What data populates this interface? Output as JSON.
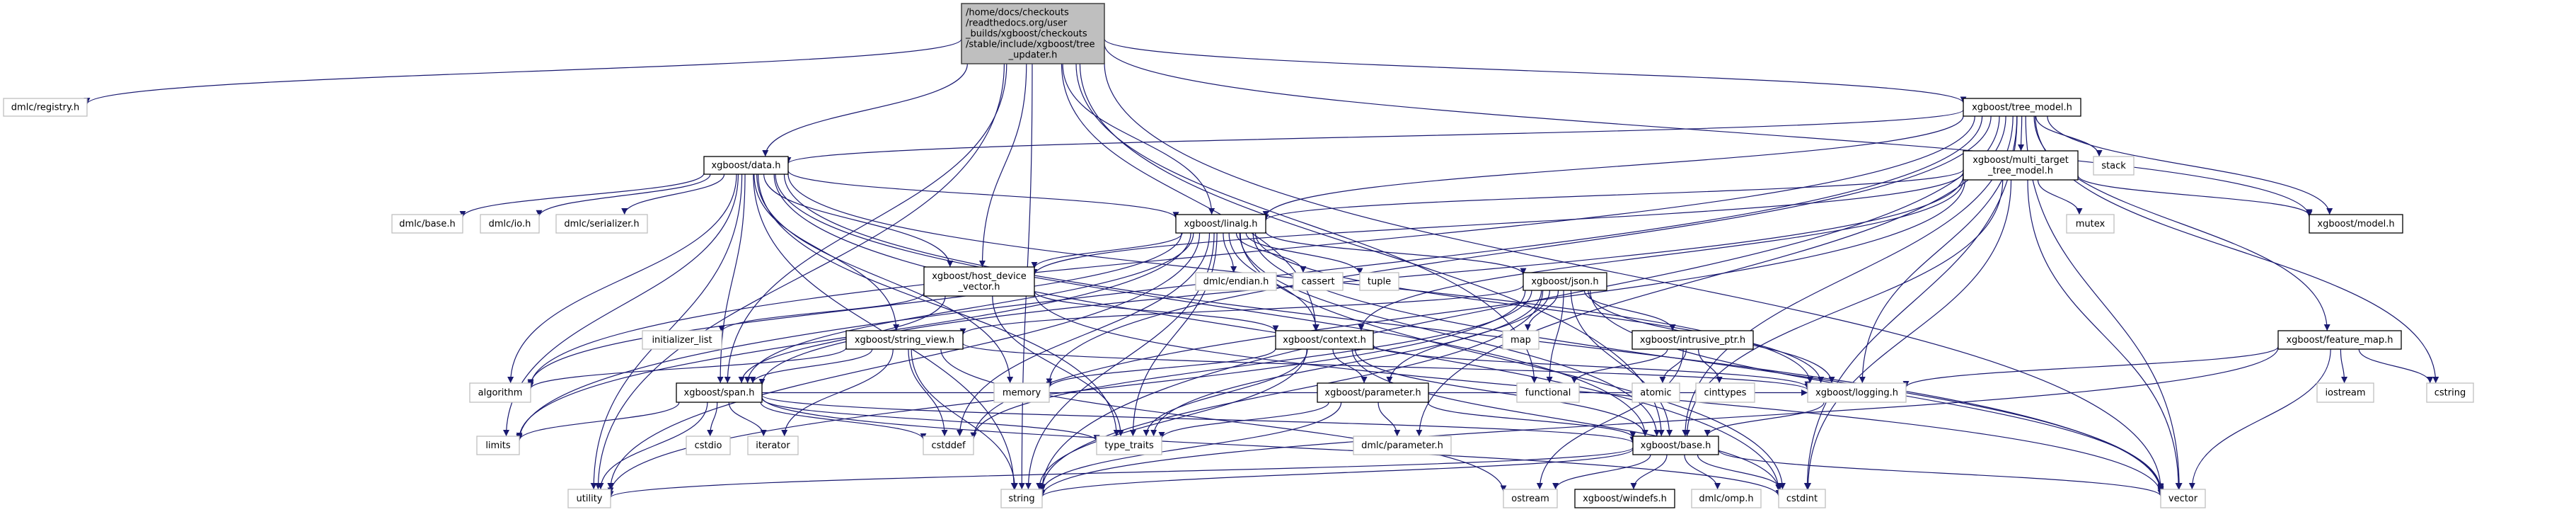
{
  "graph": {
    "edge_color": "#191970",
    "root_fill": "#bfbfbf",
    "nodes": [
      {
        "id": "root",
        "kind": "root",
        "lines": [
          "/home/docs/checkouts",
          "/readthedocs.org/user",
          "_builds/xgboost/checkouts",
          "/stable/include/xgboost/tree",
          "_updater.h"
        ]
      },
      {
        "id": "registry",
        "kind": "external",
        "lines": [
          "dmlc/registry.h"
        ]
      },
      {
        "id": "data",
        "kind": "doc",
        "lines": [
          "xgboost/data.h"
        ]
      },
      {
        "id": "dbase",
        "kind": "external",
        "lines": [
          "dmlc/base.h"
        ]
      },
      {
        "id": "dio",
        "kind": "external",
        "lines": [
          "dmlc/io.h"
        ]
      },
      {
        "id": "dser",
        "kind": "external",
        "lines": [
          "dmlc/serializer.h"
        ]
      },
      {
        "id": "tree",
        "kind": "doc",
        "lines": [
          "xgboost/tree_model.h"
        ]
      },
      {
        "id": "multi",
        "kind": "doc",
        "lines": [
          "xgboost/multi_target",
          "_tree_model.h"
        ]
      },
      {
        "id": "stack",
        "kind": "external",
        "lines": [
          "stack"
        ]
      },
      {
        "id": "linalg",
        "kind": "doc",
        "lines": [
          "xgboost/linalg.h"
        ]
      },
      {
        "id": "mutex",
        "kind": "external",
        "lines": [
          "mutex"
        ]
      },
      {
        "id": "model",
        "kind": "doc",
        "lines": [
          "xgboost/model.h"
        ]
      },
      {
        "id": "hdv",
        "kind": "doc",
        "lines": [
          "xgboost/host_device",
          "_vector.h"
        ]
      },
      {
        "id": "initlist",
        "kind": "external",
        "lines": [
          "initializer_list"
        ]
      },
      {
        "id": "sview",
        "kind": "doc",
        "lines": [
          "xgboost/string_view.h"
        ]
      },
      {
        "id": "algorithm",
        "kind": "external",
        "lines": [
          "algorithm"
        ]
      },
      {
        "id": "span",
        "kind": "doc",
        "lines": [
          "xgboost/span.h"
        ]
      },
      {
        "id": "memory",
        "kind": "external",
        "lines": [
          "memory"
        ]
      },
      {
        "id": "limits",
        "kind": "external",
        "lines": [
          "limits"
        ]
      },
      {
        "id": "cstdio",
        "kind": "external",
        "lines": [
          "cstdio"
        ]
      },
      {
        "id": "iterator",
        "kind": "external",
        "lines": [
          "iterator"
        ]
      },
      {
        "id": "cstddef",
        "kind": "external",
        "lines": [
          "cstddef"
        ]
      },
      {
        "id": "typetraits",
        "kind": "external",
        "lines": [
          "type_traits"
        ]
      },
      {
        "id": "utility",
        "kind": "external",
        "lines": [
          "utility"
        ]
      },
      {
        "id": "string",
        "kind": "external",
        "lines": [
          "string"
        ]
      },
      {
        "id": "endian",
        "kind": "external",
        "lines": [
          "dmlc/endian.h"
        ]
      },
      {
        "id": "cassert",
        "kind": "external",
        "lines": [
          "cassert"
        ]
      },
      {
        "id": "tuple",
        "kind": "external",
        "lines": [
          "tuple"
        ]
      },
      {
        "id": "json",
        "kind": "doc",
        "lines": [
          "xgboost/json.h"
        ]
      },
      {
        "id": "context",
        "kind": "doc",
        "lines": [
          "xgboost/context.h"
        ]
      },
      {
        "id": "map",
        "kind": "external",
        "lines": [
          "map"
        ]
      },
      {
        "id": "iptr",
        "kind": "doc",
        "lines": [
          "xgboost/intrusive_ptr.h"
        ]
      },
      {
        "id": "parameter",
        "kind": "doc",
        "lines": [
          "xgboost/parameter.h"
        ]
      },
      {
        "id": "functional",
        "kind": "external",
        "lines": [
          "functional"
        ]
      },
      {
        "id": "atomic",
        "kind": "external",
        "lines": [
          "atomic"
        ]
      },
      {
        "id": "cinttypes",
        "kind": "external",
        "lines": [
          "cinttypes"
        ]
      },
      {
        "id": "logging",
        "kind": "external",
        "lines": [
          "xgboost/logging.h"
        ]
      },
      {
        "id": "dparam",
        "kind": "external",
        "lines": [
          "dmlc/parameter.h"
        ]
      },
      {
        "id": "base",
        "kind": "doc",
        "lines": [
          "xgboost/base.h"
        ]
      },
      {
        "id": "ostream",
        "kind": "external",
        "lines": [
          "ostream"
        ]
      },
      {
        "id": "windefs",
        "kind": "doc",
        "lines": [
          "xgboost/windefs.h"
        ]
      },
      {
        "id": "omp",
        "kind": "external",
        "lines": [
          "dmlc/omp.h"
        ]
      },
      {
        "id": "cstdint",
        "kind": "external",
        "lines": [
          "cstdint"
        ]
      },
      {
        "id": "fmap",
        "kind": "doc",
        "lines": [
          "xgboost/feature_map.h"
        ]
      },
      {
        "id": "iostream",
        "kind": "external",
        "lines": [
          "iostream"
        ]
      },
      {
        "id": "cstring",
        "kind": "external",
        "lines": [
          "cstring"
        ]
      },
      {
        "id": "vector",
        "kind": "external",
        "lines": [
          "vector"
        ]
      }
    ],
    "edges": [
      [
        "root",
        "registry"
      ],
      [
        "root",
        "data"
      ],
      [
        "root",
        "tree"
      ],
      [
        "root",
        "linalg"
      ],
      [
        "root",
        "hdv"
      ],
      [
        "root",
        "model"
      ],
      [
        "root",
        "span"
      ],
      [
        "root",
        "base"
      ],
      [
        "root",
        "context"
      ],
      [
        "root",
        "functional"
      ],
      [
        "root",
        "string"
      ],
      [
        "root",
        "utility"
      ],
      [
        "root",
        "vector"
      ],
      [
        "tree",
        "data"
      ],
      [
        "tree",
        "multi"
      ],
      [
        "tree",
        "stack"
      ],
      [
        "tree",
        "linalg"
      ],
      [
        "tree",
        "model"
      ],
      [
        "tree",
        "fmap"
      ],
      [
        "tree",
        "logging"
      ],
      [
        "tree",
        "base"
      ],
      [
        "tree",
        "dparam"
      ],
      [
        "tree",
        "algorithm"
      ],
      [
        "tree",
        "cstring"
      ],
      [
        "tree",
        "limits"
      ],
      [
        "tree",
        "memory"
      ],
      [
        "tree",
        "string"
      ],
      [
        "tree",
        "vector"
      ],
      [
        "tree",
        "cstdint"
      ],
      [
        "multi",
        "linalg"
      ],
      [
        "multi",
        "model"
      ],
      [
        "multi",
        "mutex"
      ],
      [
        "multi",
        "base"
      ],
      [
        "multi",
        "context"
      ],
      [
        "multi",
        "hdv"
      ],
      [
        "multi",
        "span"
      ],
      [
        "multi",
        "cstddef"
      ],
      [
        "multi",
        "vector"
      ],
      [
        "multi",
        "cstdint"
      ],
      [
        "data",
        "dbase"
      ],
      [
        "data",
        "dio"
      ],
      [
        "data",
        "dser"
      ],
      [
        "data",
        "linalg"
      ],
      [
        "data",
        "hdv"
      ],
      [
        "data",
        "sview"
      ],
      [
        "data",
        "span"
      ],
      [
        "data",
        "base"
      ],
      [
        "data",
        "logging"
      ],
      [
        "data",
        "algorithm"
      ],
      [
        "data",
        "limits"
      ],
      [
        "data",
        "memory"
      ],
      [
        "data",
        "string"
      ],
      [
        "data",
        "utility"
      ],
      [
        "data",
        "vector"
      ],
      [
        "data",
        "typetraits"
      ],
      [
        "data",
        "cstdint"
      ],
      [
        "linalg",
        "endian"
      ],
      [
        "linalg",
        "cassert"
      ],
      [
        "linalg",
        "tuple"
      ],
      [
        "linalg",
        "json"
      ],
      [
        "linalg",
        "context"
      ],
      [
        "linalg",
        "hdv"
      ],
      [
        "linalg",
        "span"
      ],
      [
        "linalg",
        "base"
      ],
      [
        "linalg",
        "logging"
      ],
      [
        "linalg",
        "algorithm"
      ],
      [
        "linalg",
        "cstddef"
      ],
      [
        "linalg",
        "limits"
      ],
      [
        "linalg",
        "string"
      ],
      [
        "linalg",
        "typetraits"
      ],
      [
        "linalg",
        "utility"
      ],
      [
        "linalg",
        "vector"
      ],
      [
        "linalg",
        "cstdint"
      ],
      [
        "hdv",
        "initlist"
      ],
      [
        "hdv",
        "context"
      ],
      [
        "hdv",
        "span"
      ],
      [
        "hdv",
        "typetraits"
      ],
      [
        "hdv",
        "vector"
      ],
      [
        "json",
        "map"
      ],
      [
        "json",
        "iptr"
      ],
      [
        "json",
        "parameter"
      ],
      [
        "json",
        "functional"
      ],
      [
        "json",
        "logging"
      ],
      [
        "json",
        "sview"
      ],
      [
        "json",
        "base"
      ],
      [
        "json",
        "string"
      ],
      [
        "json",
        "typetraits"
      ],
      [
        "json",
        "utility"
      ],
      [
        "json",
        "vector"
      ],
      [
        "json",
        "cstddef"
      ],
      [
        "sview",
        "span"
      ],
      [
        "sview",
        "algorithm"
      ],
      [
        "sview",
        "iterator"
      ],
      [
        "sview",
        "cstddef"
      ],
      [
        "sview",
        "ostream"
      ],
      [
        "sview",
        "string"
      ],
      [
        "sview",
        "logging"
      ],
      [
        "context",
        "base"
      ],
      [
        "context",
        "parameter"
      ],
      [
        "context",
        "logging"
      ],
      [
        "context",
        "memory"
      ],
      [
        "context",
        "string"
      ],
      [
        "context",
        "typetraits"
      ],
      [
        "context",
        "cstdint"
      ],
      [
        "iptr",
        "functional"
      ],
      [
        "iptr",
        "atomic"
      ],
      [
        "iptr",
        "cinttypes"
      ],
      [
        "iptr",
        "ostream"
      ],
      [
        "parameter",
        "dparam"
      ],
      [
        "parameter",
        "base"
      ],
      [
        "parameter",
        "string"
      ],
      [
        "parameter",
        "typetraits"
      ],
      [
        "span",
        "base"
      ],
      [
        "span",
        "logging"
      ],
      [
        "span",
        "cstddef"
      ],
      [
        "span",
        "cstdio"
      ],
      [
        "span",
        "iterator"
      ],
      [
        "span",
        "limits"
      ],
      [
        "span",
        "typetraits"
      ],
      [
        "span",
        "utility"
      ],
      [
        "span",
        "cstdint"
      ],
      [
        "base",
        "ostream"
      ],
      [
        "base",
        "windefs"
      ],
      [
        "base",
        "omp"
      ],
      [
        "base",
        "cstdint"
      ],
      [
        "base",
        "string"
      ],
      [
        "base",
        "utility"
      ],
      [
        "base",
        "vector"
      ],
      [
        "logging",
        "base"
      ],
      [
        "fmap",
        "logging"
      ],
      [
        "fmap",
        "iostream"
      ],
      [
        "fmap",
        "cstring"
      ],
      [
        "fmap",
        "string"
      ],
      [
        "fmap",
        "vector"
      ]
    ]
  }
}
